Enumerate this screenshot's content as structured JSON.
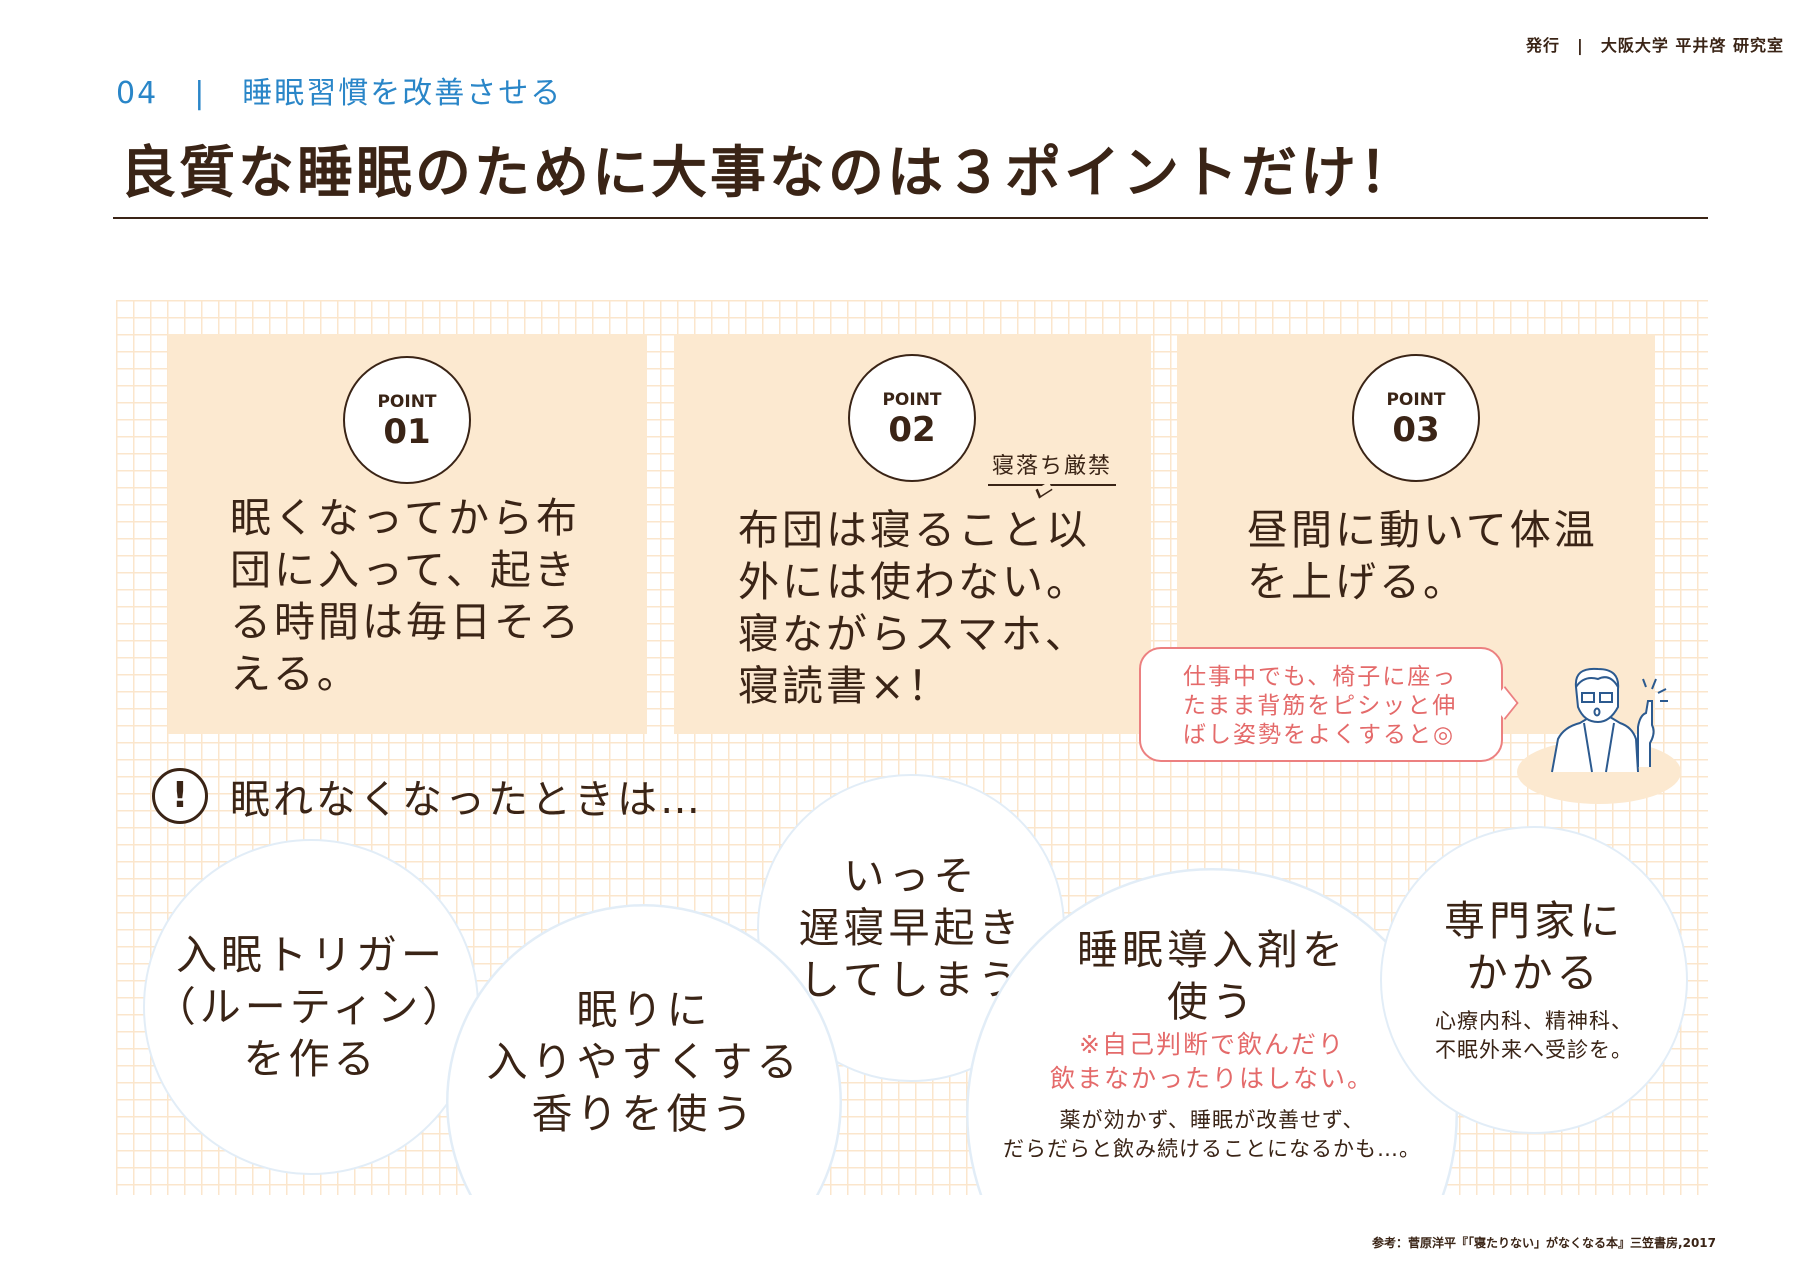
{
  "publisher": "発行　|　大阪大学 平井啓 研究室",
  "section": {
    "number": "04",
    "separator": "|",
    "title": "睡眠習慣を改善させる"
  },
  "title": "良質な睡眠のために大事なのは３ポイントだけ！",
  "points": [
    {
      "label": "POINT",
      "number": "01",
      "text": "眠くなってから布団に入って、起きる時間は毎日そろえる。",
      "lines": [
        "眠くなってから布",
        "団に入って、起き",
        "る時間は毎日そろ",
        "える。"
      ]
    },
    {
      "label": "POINT",
      "number": "02",
      "note": "寝落ち厳禁",
      "lines": [
        "布団は寝ること以",
        "外には使わない。",
        "寝ながらスマホ、",
        "寝読書×！"
      ]
    },
    {
      "label": "POINT",
      "number": "03",
      "lines": [
        "昼間に動いて体温",
        "を上げる。"
      ]
    }
  ],
  "bubble": {
    "lines": [
      "仕事中でも、椅子に座っ",
      "たまま背筋をピシッと伸",
      "ばし姿勢をよくすると◎"
    ]
  },
  "warning": {
    "icon": "!",
    "text": "眠れなくなったときは…"
  },
  "tips": [
    {
      "lines": [
        "入眠トリガー",
        "（ルーティン）",
        "を作る"
      ]
    },
    {
      "lines": [
        "眠りに",
        "入りやすくする",
        "香りを使う"
      ]
    },
    {
      "lines": [
        "いっそ",
        "遅寝早起き",
        "してしまう"
      ]
    },
    {
      "lines": [
        "睡眠導入剤を",
        "使う"
      ],
      "caution": [
        "※自己判断で飲んだり",
        "飲まなかったりはしない。"
      ],
      "sub": [
        "薬が効かず、睡眠が改善せず、",
        "だらだらと飲み続けることになるかも…。"
      ]
    },
    {
      "lines": [
        "専門家に",
        "かかる"
      ],
      "sub": [
        "心療内科、精神科、",
        "不眠外来へ受診を。"
      ]
    }
  ],
  "reference": "参考：菅原洋平『「寝たりない」がなくなる本』三笠書房,2017",
  "colors": {
    "text": "#3a2416",
    "accent": "#2a86c8",
    "card": "#fce9d0",
    "alert": "#e46a6a"
  }
}
